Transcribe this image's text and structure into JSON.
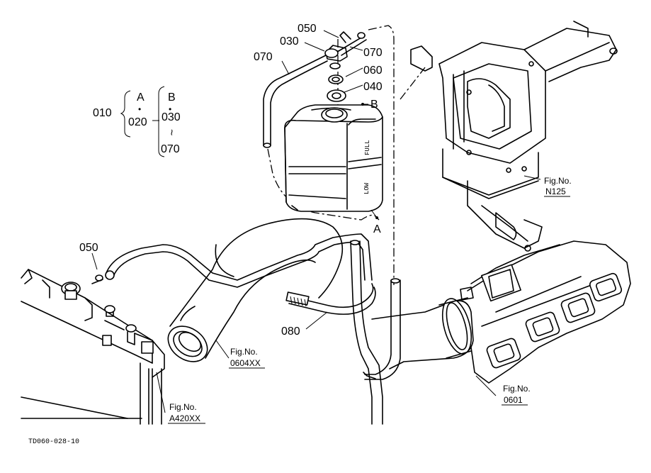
{
  "parts": {
    "p050_top": "050",
    "p030": "030",
    "p070_left": "070",
    "p070_right": "070",
    "p060": "060",
    "p040": "040",
    "pB_tank": "B",
    "pA_tank": "A",
    "p050_left": "050",
    "p080": "080"
  },
  "legend": {
    "group_label": "010",
    "a": "A",
    "dot1": "•",
    "p020": "020",
    "b": "B",
    "dot2": "•",
    "p030": "030",
    "tilde": "~",
    "p070": "070"
  },
  "tank": {
    "full": "FULL",
    "low": "LOW"
  },
  "refs": {
    "n125_fig": "Fig.No.",
    "n125_num": "N125",
    "f0604_fig": "Fig.No.",
    "f0604_num": "0604XX",
    "f0601_fig": "Fig.No.",
    "f0601_num": "0601",
    "a420_fig": "Fig.No.",
    "a420_num": "A420XX"
  },
  "footer": {
    "drawing_id": "TD060-028-10"
  }
}
